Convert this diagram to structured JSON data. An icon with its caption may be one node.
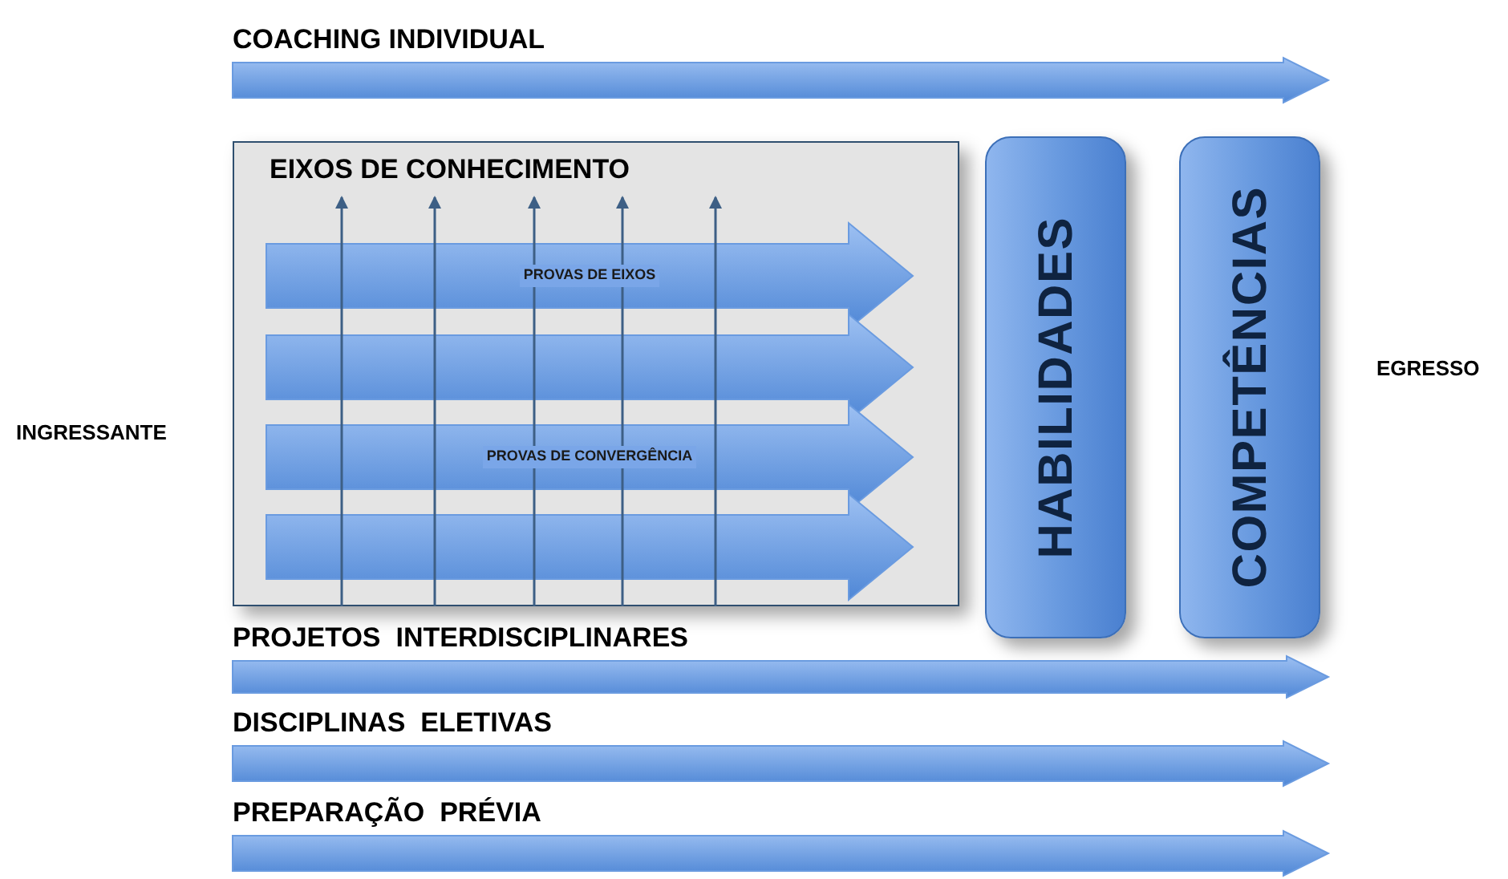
{
  "diagram": {
    "nodes": [
      {
        "text": [
          "COACHING INDIVIDUAL"
        ]
      },
      {
        "text": [
          "EIXOS DE CONHECIMENTO"
        ]
      },
      {
        "text": [
          "PROVAS DE EIXOS"
        ],
        "in": 1
      },
      {
        "text": [],
        "shape": "arrow",
        "in": 1
      },
      {
        "text": [
          "PROVAS DE CONVERGÊNCIA"
        ],
        "in": 1
      },
      {
        "text": [],
        "shape": "arrow",
        "in": 1
      },
      {
        "text": [
          "HABILIDADES"
        ]
      },
      {
        "text": [
          "COMPETÊNCIAS"
        ]
      },
      {
        "text": [
          "PROJETOS  INTERDISCIPLINARES"
        ]
      },
      {
        "text": [
          "DISCIPLINAS  ELETIVAS"
        ]
      },
      {
        "text": [
          "PREPARAÇÃO  PRÉVIA"
        ]
      }
    ],
    "labels": [
      "INGRESSANTE",
      "EGRESSO"
    ]
  }
}
